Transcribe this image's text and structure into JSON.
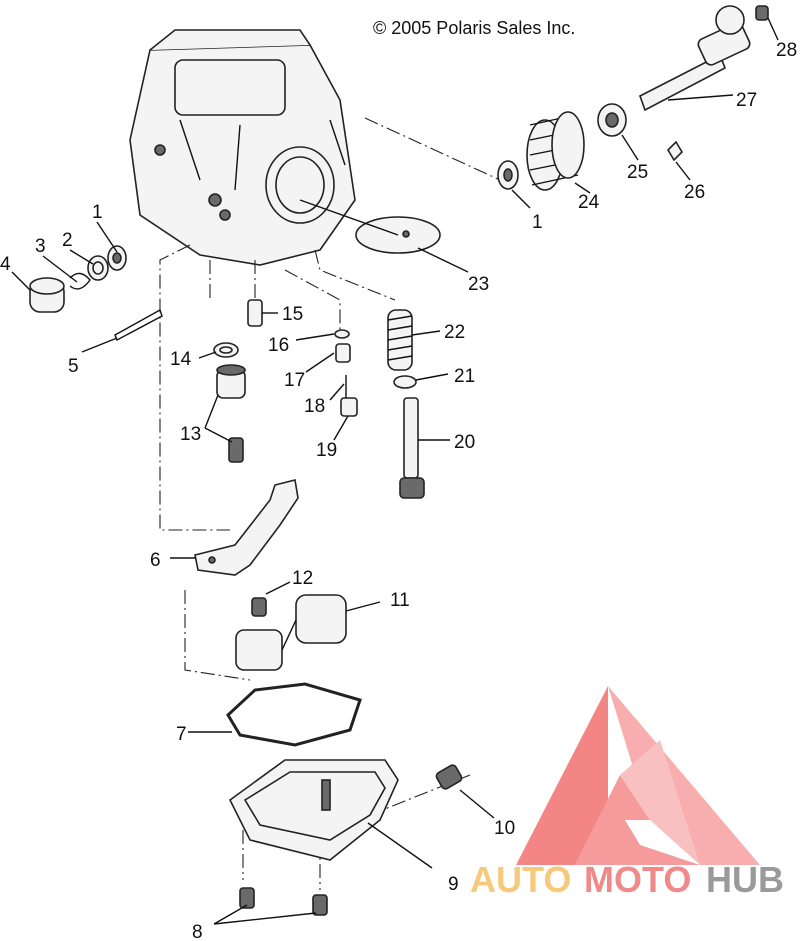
{
  "copyright": "© 2005 Polaris Sales Inc.",
  "callouts": {
    "c1a": "1",
    "c1b": "1",
    "c2": "2",
    "c3": "3",
    "c4": "4",
    "c5": "5",
    "c6": "6",
    "c7": "7",
    "c8": "8",
    "c9": "9",
    "c10": "10",
    "c11": "11",
    "c12": "12",
    "c13": "13",
    "c14": "14",
    "c15": "15",
    "c16": "16",
    "c17": "17",
    "c18": "18",
    "c19": "19",
    "c20": "20",
    "c21": "21",
    "c22": "22",
    "c23": "23",
    "c24": "24",
    "c25": "25",
    "c26": "26",
    "c27": "27",
    "c28": "28"
  },
  "watermark": {
    "auto": "AUTO",
    "moto": "MOTO",
    "hub": "HUB",
    "logo_color": "#f27070",
    "auto_color": "#f7c97a",
    "hub_color": "#9a9a9a"
  }
}
